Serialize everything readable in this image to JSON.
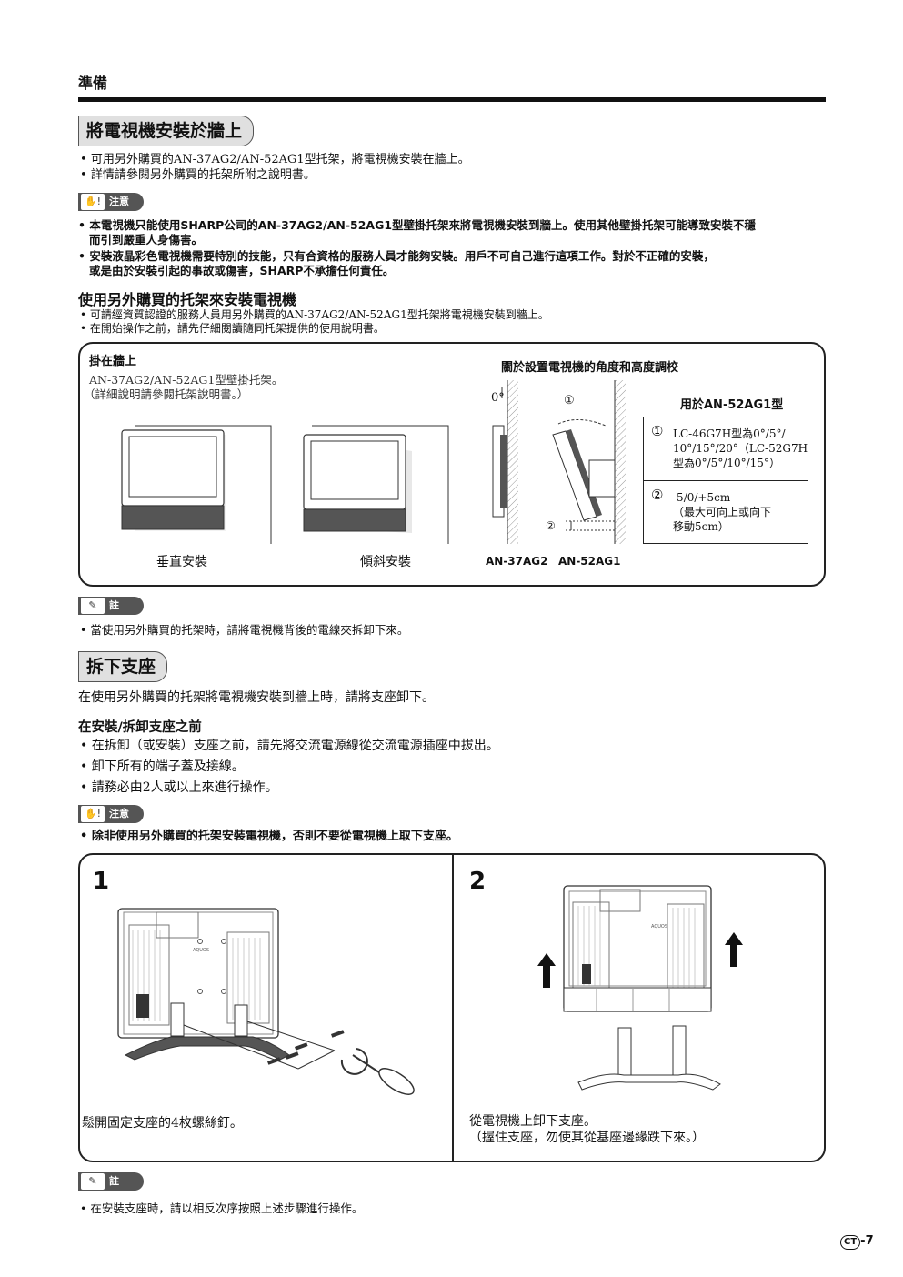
{
  "header": {
    "section": "準備"
  },
  "wall": {
    "title": "將電視機安裝於牆上",
    "bullets": [
      "可用另外購買的AN-37AG2/AN-52AG1型托架，將電視機安裝在牆上。",
      "詳情請參閱另外購買的托架所附之說明書。"
    ],
    "caution_label": "注意",
    "caution": [
      [
        "本電視機只能使用SHARP公司的AN-37AG2/AN-52AG1型壁掛托架來將電視機安裝到牆上。使用其他壁掛托架可能導致安裝不穩",
        "而引到嚴重人身傷害。"
      ],
      [
        "安裝液晶彩色電視機需要特別的技能，只有合資格的服務人員才能夠安裝。用戶不可自己進行這項工作。對於不正確的安裝，",
        "或是由於安裝引起的事故或傷害，SHARP不承擔任何責任。"
      ]
    ],
    "sub_title": "使用另外購買的托架來安裝電視機",
    "sub_bullets": [
      "可請經資質認證的服務人員用另外購買的AN-37AG2/AN-52AG1型托架將電視機安裝到牆上。",
      "在開始操作之前，請先仔細閱讀隨同托架提供的使用說明書。"
    ],
    "panel": {
      "hang_title": "掛在牆上",
      "hang_line1": "AN-37AG2/AN-52AG1型壁掛托架。",
      "hang_line2": "（詳細說明請參閱托架說明書。）",
      "vertical_label": "垂直安裝",
      "tilt_label": "傾斜安裝",
      "angle_title": "關於設置電視機的角度和高度調校",
      "zero_deg": "0°",
      "circle1": "①",
      "circle2": "②",
      "for_model": "用於AN-52AG1型",
      "spec1_num": "①",
      "spec1_lines": [
        "LC-46G7H型為0°/5°/",
        "10°/15°/20°（LC-52G7H",
        "型為0°/5°/10°/15°）"
      ],
      "spec2_num": "②",
      "spec2_lines": [
        "-5/0/+5cm",
        "（最大可向上或向下",
        "移動5cm）"
      ],
      "model_a": "AN-37AG2",
      "model_b": "AN-52AG1"
    },
    "note_label": "註",
    "note": "當使用另外購買的托架時，請將電視機背後的電線夾拆卸下來。"
  },
  "stand": {
    "title": "拆下支座",
    "intro": "在使用另外購買的托架將電視機安裝到牆上時，請將支座卸下。",
    "before_title": "在安裝/拆卸支座之前",
    "before_bullets": [
      "在拆卸（或安裝）支座之前，請先將交流電源線從交流電源插座中拔出。",
      "卸下所有的端子蓋及接線。",
      "請務必由2人或以上來進行操作。"
    ],
    "caution_label": "注意",
    "caution": "除非使用另外購買的托架安裝電視機，否則不要從電視機上取下支座。",
    "step1_num": "1",
    "step1_text": "鬆開固定支座的4枚螺絲釘。",
    "step2_num": "2",
    "step2_line1": "從電視機上卸下支座。",
    "step2_line2": "（握住支座，勿使其從基座邊緣跌下來。）",
    "tv_brand": "AQUOS",
    "note_label": "註",
    "note": "在安裝支座時，請以相反次序按照上述步驟進行操作。"
  },
  "footer": {
    "lang": "CT",
    "page": "-7"
  }
}
